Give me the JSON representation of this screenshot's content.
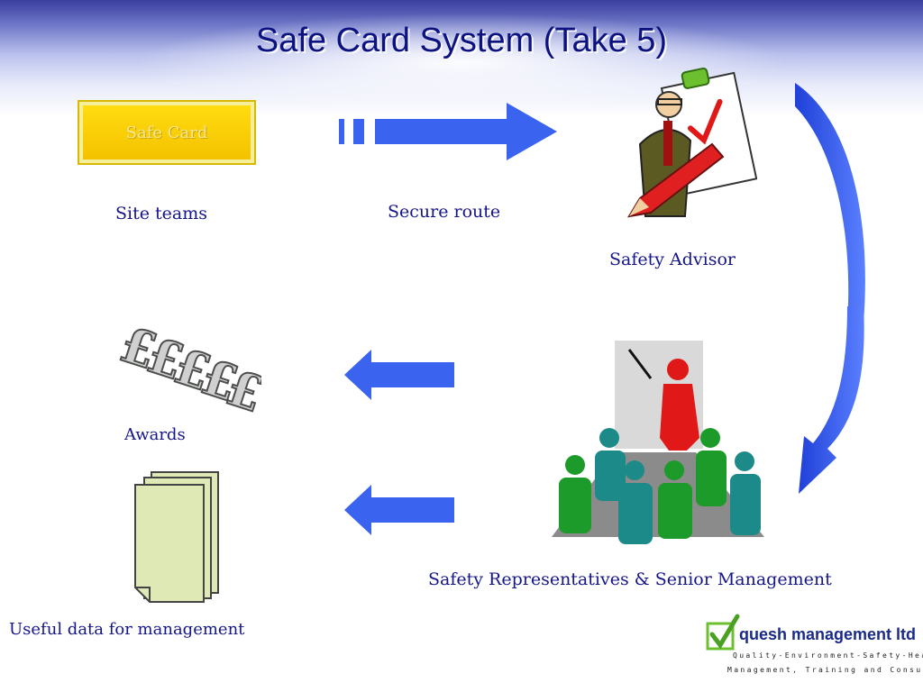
{
  "title": "Safe Card System (Take 5)",
  "safe_card_label": "Safe Card",
  "site_teams": "Site teams",
  "secure_route": "Secure route",
  "safety_advisor": "Safety Advisor",
  "awards": "Awards",
  "useful_data": "Useful data for management",
  "safety_reps": "Safety Representatives & Senior Management",
  "logo": {
    "name": "quesh management ltd",
    "tagline1": "Quality-Environment-Safety-Health",
    "tagline2": "Management, Training and Consultancy"
  },
  "colors": {
    "title": "#0c1280",
    "labels": "#15158a",
    "arrow": "#3a63f0",
    "card": "#f4c800"
  }
}
